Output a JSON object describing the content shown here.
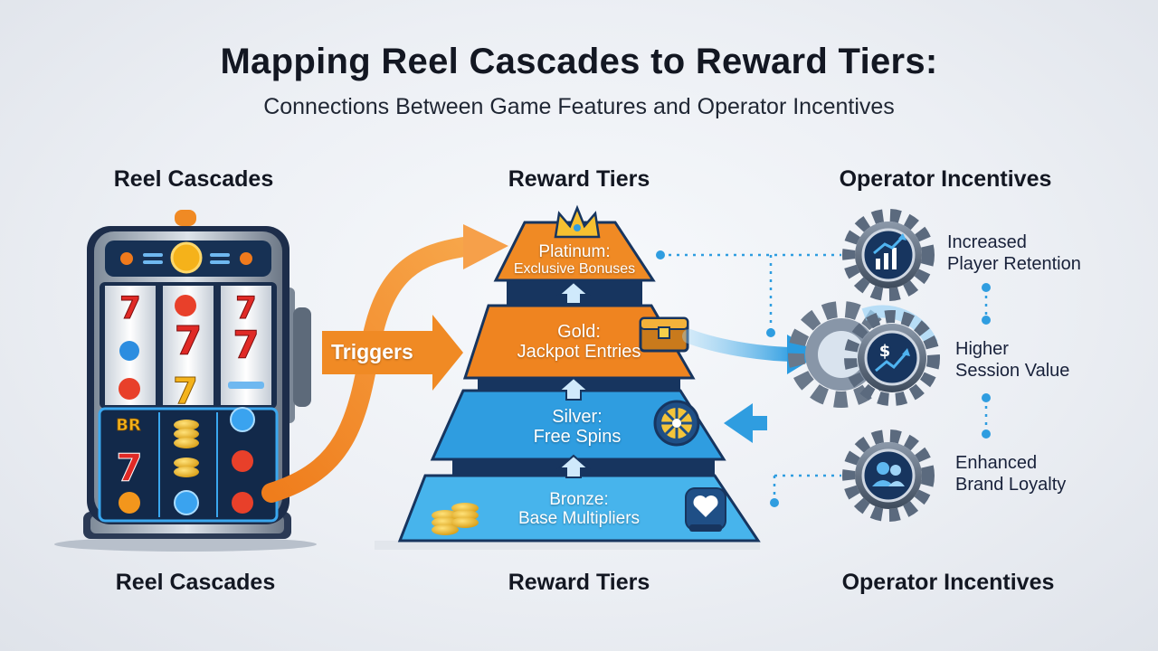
{
  "title": "Mapping Reel Cascades to Reward Tiers:",
  "subtitle": "Connections Between Game Features and Operator Incentives",
  "columns": {
    "left_top": "Reel Cascades",
    "center_top": "Reward Tiers",
    "right_top": "Operator Incentives",
    "left_bottom": "Reel Cascades",
    "center_bottom": "Reward Tiers",
    "right_bottom": "Operator Incentives"
  },
  "triggers_label": "Triggers",
  "slot_machine": {
    "symbol_seven": "7",
    "symbol_bar": "BR"
  },
  "tiers": [
    {
      "line1": "Platinum:",
      "line2": "Exclusive Bonuses",
      "color": "#f08a24"
    },
    {
      "line1": "Gold:",
      "line2": "Jackpot Entries",
      "color": "#ef8420"
    },
    {
      "line1": "Silver:",
      "line2": "Free Spins",
      "color": "#2f9de0"
    },
    {
      "line1": "Bronze:",
      "line2": "Base Multipliers",
      "color": "#3fb0ea"
    }
  ],
  "incentives": [
    {
      "line1": "Increased",
      "line2": "Player Retention",
      "icon": "growth-chart-icon"
    },
    {
      "line1": "Higher",
      "line2": "Session Value",
      "icon": "dollar-growth-icon"
    },
    {
      "line1": "Enhanced",
      "line2": "Brand Loyalty",
      "icon": "users-icon"
    }
  ],
  "colors": {
    "orange": "#f08a24",
    "blue": "#2f9de0",
    "navy": "#17355f",
    "gear": "#4f5f73"
  }
}
